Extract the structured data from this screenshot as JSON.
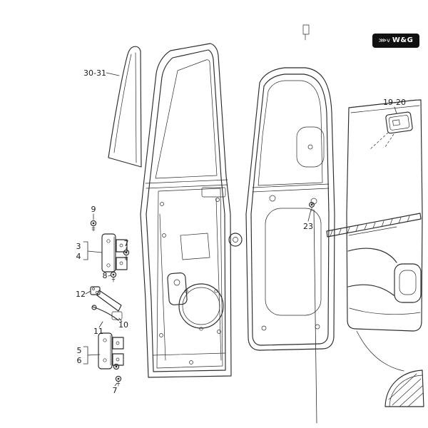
{
  "badge": {
    "icon": "⋙v",
    "label": "W&G"
  },
  "callouts": {
    "c30_31": "30-31",
    "c19_20": "19-20",
    "c23": "23",
    "c9": "9",
    "c3": "3",
    "c4": "4",
    "c7_upper": "7",
    "c8": "8",
    "c12": "12",
    "c11": "11",
    "c10": "10",
    "c5": "5",
    "c6": "6",
    "c7_lower": "7"
  },
  "colors": {
    "line": "#2b2b2b",
    "badge_bg": "#111111",
    "badge_text": "#ffffff",
    "background": "#ffffff"
  }
}
